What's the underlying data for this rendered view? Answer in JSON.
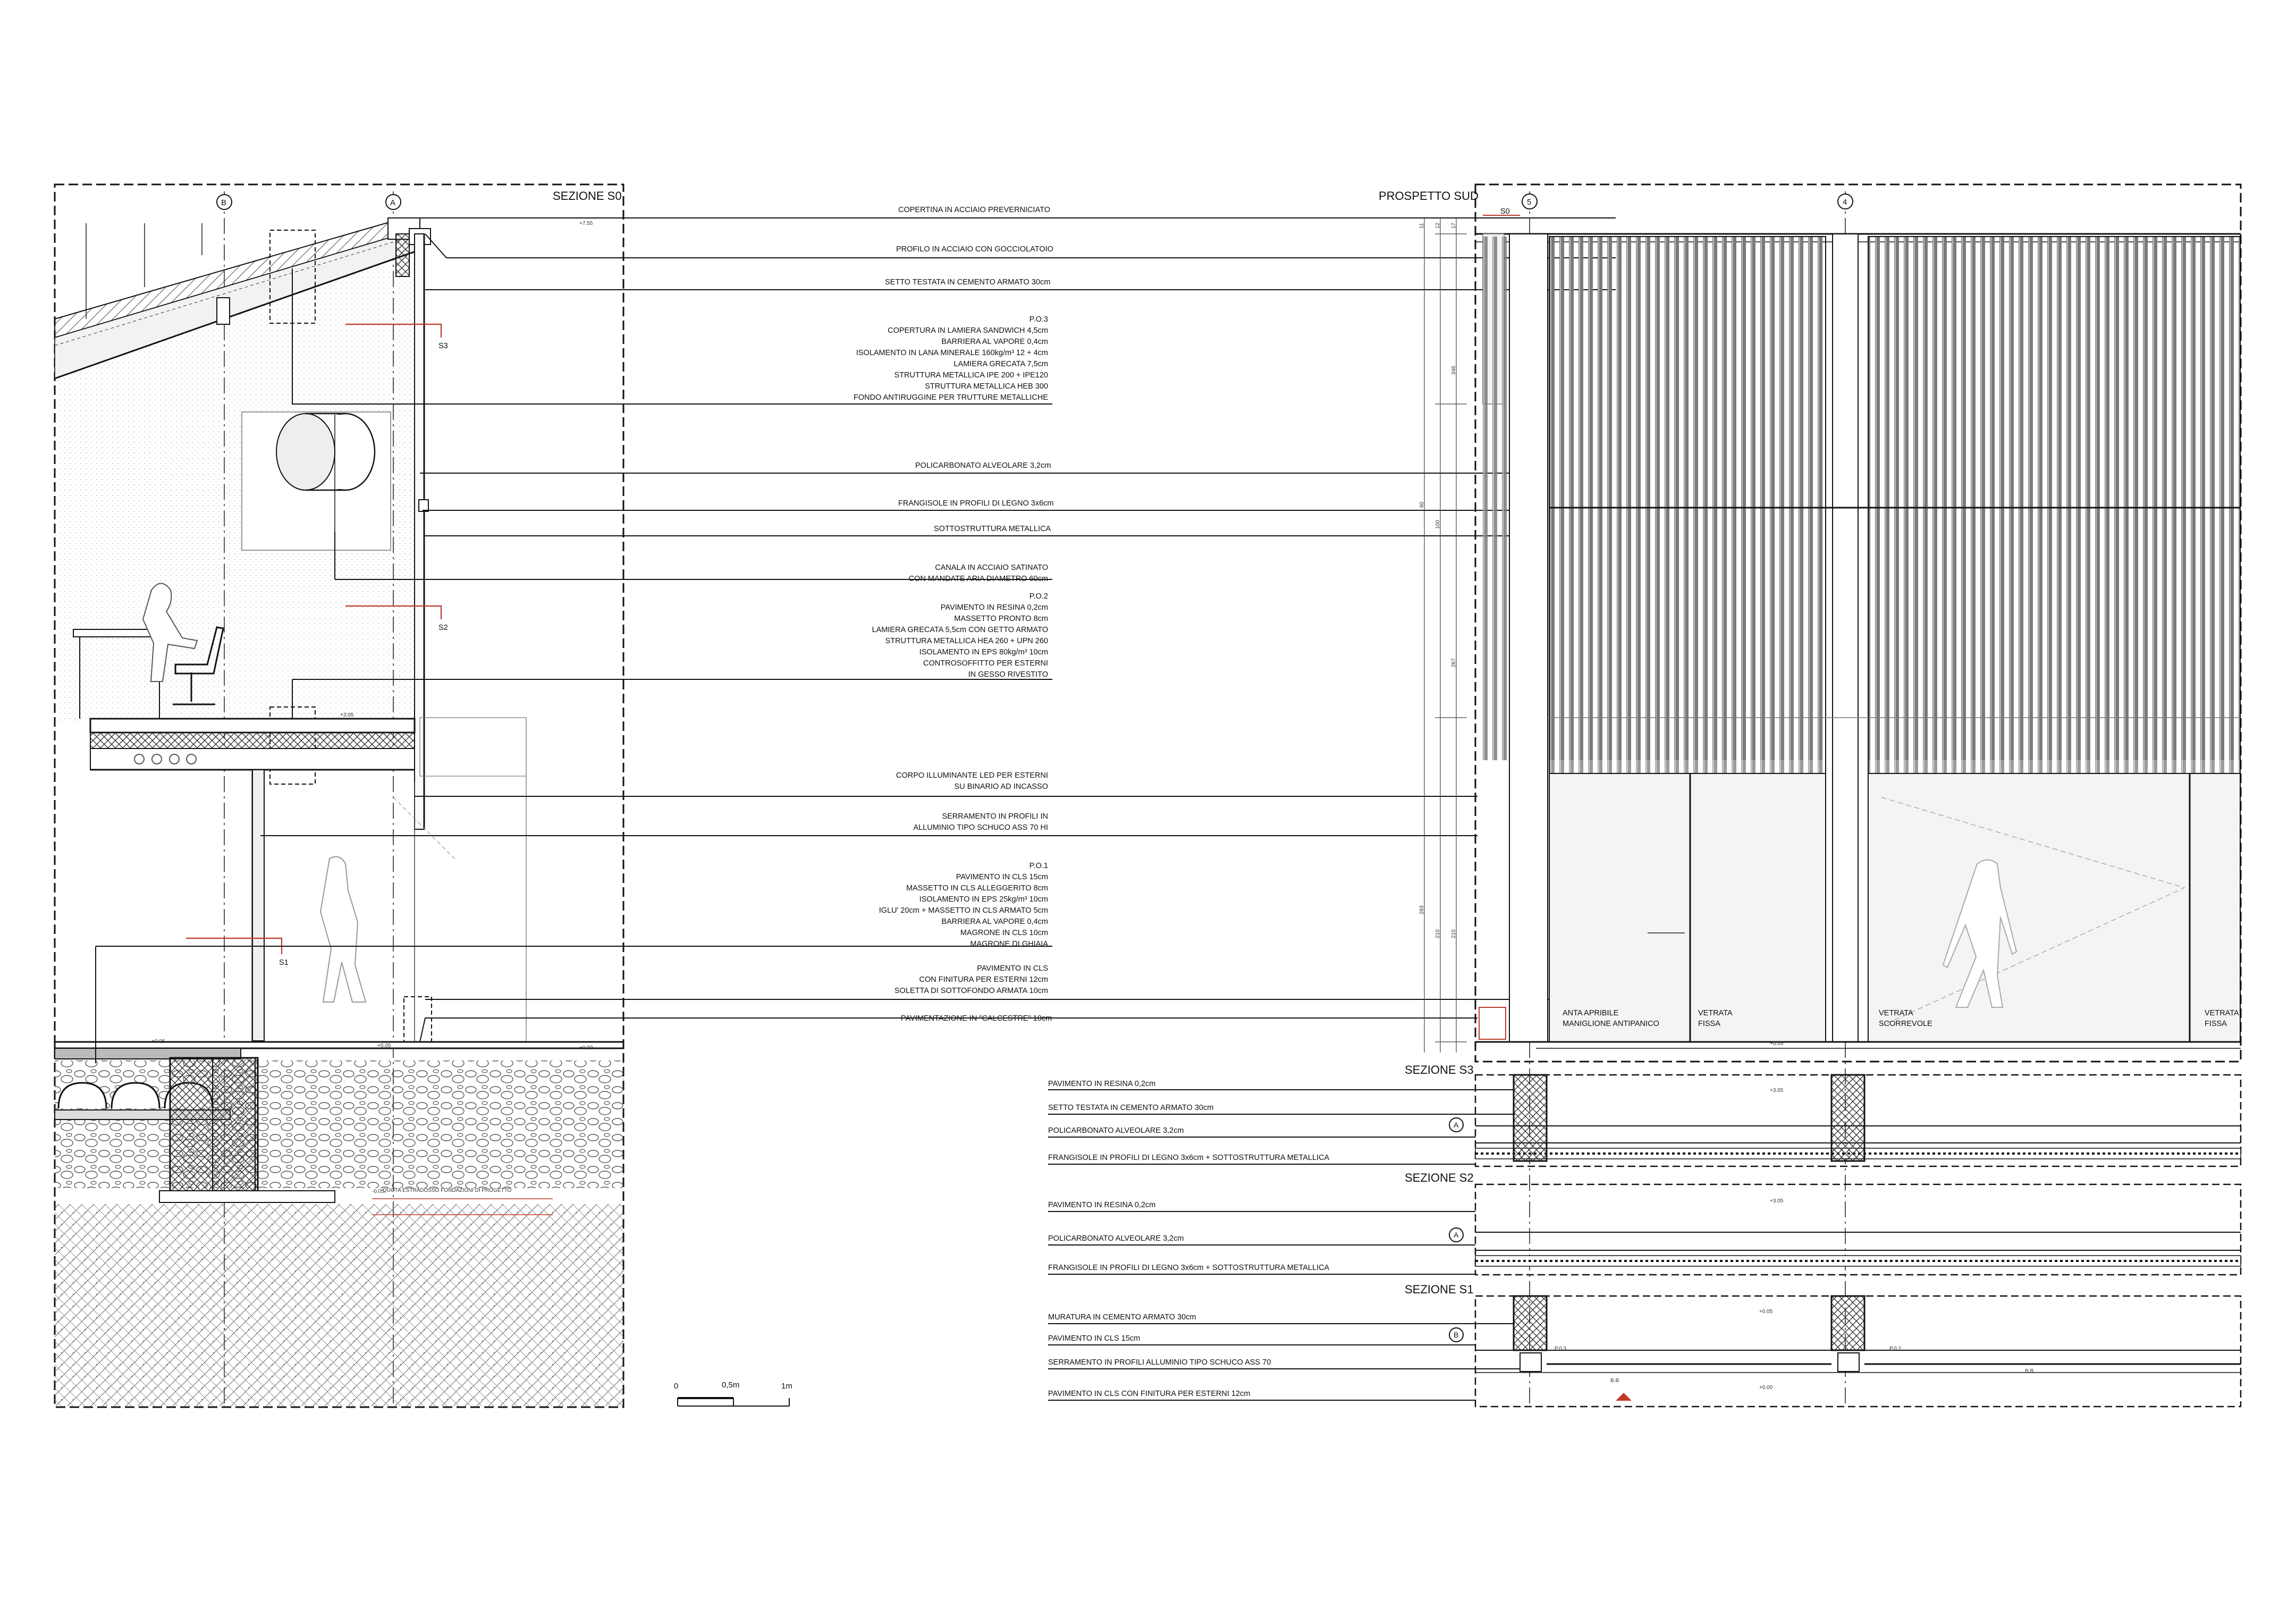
{
  "section_s0": {
    "title": "SEZIONE S0",
    "axes": [
      "B",
      "A"
    ],
    "cut_marks": [
      "S3",
      "S2",
      "S1"
    ],
    "levels": [
      "+7.55",
      "+3.05",
      "+0.05",
      "+0.05",
      "+0.00",
      "-0.05"
    ],
    "foundation_note": "QUOTA ESTRADOSSO FONDAZIONI DI PROGETTO"
  },
  "callouts": {
    "c1": "COPERTINA IN ACCIAIO PREVERNICIATO",
    "c2": "PROFILO IN ACCIAIO CON GOCCIOLATOIO",
    "c3": "SETTO TESTATA IN CEMENTO ARMATO 30cm",
    "po3": [
      "P.O.3",
      "COPERTURA IN LAMIERA SANDWICH 4,5cm",
      "BARRIERA AL VAPORE 0,4cm",
      "ISOLAMENTO IN LANA MINERALE 160kg/m³ 12 + 4cm",
      "LAMIERA GRECATA 7,5cm",
      "STRUTTURA METALLICA IPE 200 + IPE120",
      "STRUTTURA METALLICA HEB 300",
      "FONDO ANTIRUGGINE PER TRUTTURE METALLICHE"
    ],
    "c5": "POLICARBONATO ALVEOLARE 3,2cm",
    "c6": "FRANGISOLE IN PROFILI DI LEGNO 3x6cm",
    "c7": "SOTTOSTRUTTURA METALLICA",
    "canala": [
      "CANALA IN ACCIAIO SATINATO",
      "CON MANDATE ARIA  DIAMETRO 60cm"
    ],
    "po2": [
      "P.O.2",
      "PAVIMENTO IN RESINA 0,2cm",
      "MASSETTO PRONTO 8cm",
      "LAMIERA GRECATA 5,5cm CON GETTO ARMATO",
      "STRUTTURA METALLICA HEA 260 + UPN 260",
      "ISOLAMENTO IN EPS 80kg/m³ 10cm",
      "CONTROSOFFITTO PER ESTERNI",
      "IN GESSO RIVESTITO"
    ],
    "led": [
      "CORPO ILLUMINANTE LED PER ESTERNI",
      "SU BINARIO AD INCASSO"
    ],
    "serramento": [
      "SERRAMENTO IN PROFILI IN",
      "ALLUMINIO TIPO SCHUCO ASS 70 HI"
    ],
    "po1": [
      "P.O.1",
      "PAVIMENTO IN CLS 15cm",
      "MASSETTO IN CLS ALLEGGERITO  8cm",
      "ISOLAMENTO IN EPS 25kg/m³ 10cm",
      "IGLU' 20cm + MASSETTO IN CLS ARMATO 5cm",
      "BARRIERA AL VAPORE 0,4cm",
      "MAGRONE IN CLS 10cm",
      "MAGRONE DI GHIAIA"
    ],
    "pav_cls": [
      "PAVIMENTO IN CLS",
      "CON FINITURA PER ESTERNI 12cm",
      "SOLETTA DI SOTTOFONDO ARMATA 10cm"
    ],
    "calcestre": "PAVIMENTAZIONE IN \"CALCESTRE\" 10cm"
  },
  "prospetto": {
    "title": "PROSPETTO SUD",
    "axes": [
      "5",
      "4"
    ],
    "cut_mark": "S0",
    "dims_top": [
      "11",
      "12",
      "17",
      "346",
      "60",
      "100",
      "267",
      "210",
      "210",
      "293"
    ],
    "labels": [
      [
        "ANTA APRIBILE",
        "MANIGLIONE ANTIPANICO"
      ],
      [
        "VETRATA",
        "FISSA"
      ],
      [
        "VETRATA",
        "SCORREVOLE"
      ],
      [
        "VETRATA",
        "FISSA"
      ]
    ],
    "level": "+0.05"
  },
  "section_s3": {
    "title": "SEZIONE S3",
    "axis": "A",
    "level": "+3.05",
    "notes": [
      "PAVIMENTO IN RESINA 0,2cm",
      "SETTO TESTATA IN CEMENTO ARMATO 30cm",
      "POLICARBONATO ALVEOLARE 3,2cm",
      "FRANGISOLE IN PROFILI DI LEGNO 3x6cm + SOTTOSTRUTTURA METALLICA"
    ]
  },
  "section_s2": {
    "title": "SEZIONE S2",
    "axis": "A",
    "level": "+3.05",
    "notes": [
      "PAVIMENTO IN RESINA 0,2cm",
      "POLICARBONATO ALVEOLARE 3,2cm",
      "FRANGISOLE IN PROFILI DI LEGNO 3x6cm + SOTTOSTRUTTURA METALLICA"
    ]
  },
  "section_s1": {
    "title": "SEZIONE S1",
    "axis": "B",
    "levels": [
      "+0.05",
      "+0.00"
    ],
    "tags": [
      "P.0.3",
      "P.0.2",
      "B.B",
      "B.B"
    ],
    "notes": [
      "MURATURA IN CEMENTO ARMATO 30cm",
      "PAVIMENTO IN CLS 15cm",
      "SERRAMENTO IN PROFILI ALLUMINIO TIPO SCHUCO ASS 70",
      "PAVIMENTO IN CLS CON FINITURA PER ESTERNI 12cm"
    ]
  },
  "scale": {
    "labels": [
      "0",
      "0,5m",
      "1m"
    ]
  }
}
